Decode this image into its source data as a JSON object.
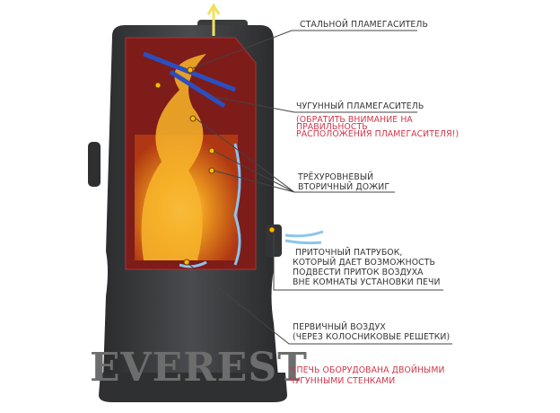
{
  "callouts": {
    "steel_baffle": "СТАЛЬНОЙ ПЛАМЕГАСИТЕЛЬ",
    "cast_iron_baffle": "ЧУГУННЫЙ ПЛАМЕГАСИТЕЛЬ",
    "cast_iron_note": [
      "(ОБРАТИТЬ ВНИМАНИЕ НА",
      "ПРАВИЛЬНОСТЬ",
      "РАСПОЛОЖЕНИЯ ПЛАМЕГАСИТЕЛЯ!)"
    ],
    "secondary_burn": [
      "ТРЁХУРОВНЕВЫЙ",
      "ВТОРИЧНЫЙ ДОЖИГ"
    ],
    "intake_pipe": [
      "ПРИТОЧНЫЙ ПАТРУБОК,",
      "КОТОРЫЙ ДАЕТ ВОЗМОЖНОСТЬ",
      "ПОДВЕСТИ ПРИТОК ВОЗДУХА",
      "ВНЕ КОМНАТЫ УСТАНОВКИ ПЕЧИ"
    ],
    "primary_air": [
      "ПЕРВИЧНЫЙ ВОЗДУХ",
      "(ЧЕРЕЗ КОЛОСНИКОВЫЕ РЕШЕТКИ)"
    ],
    "footnote": [
      "*(ПЕЧЬ ОБОРУДОВАНА ДВОЙНЫМИ",
      "ЧУГУННЫМИ СТЕНКАМИ"
    ]
  },
  "logo": "EVEREST",
  "colors": {
    "body": "#3a3b3d",
    "chamber": "#8a1f1c",
    "fire": "#f5a020",
    "air": "#8cc4ec",
    "accent_red": "#d0354a"
  }
}
